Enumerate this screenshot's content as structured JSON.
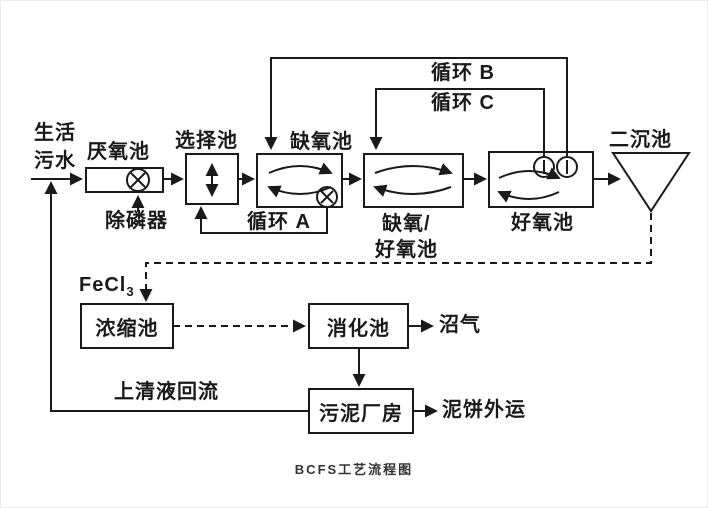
{
  "colors": {
    "ink": "#1a1a1a",
    "background": "#ffffff",
    "frame": "#ececec"
  },
  "caption": "BCFS工艺流程图",
  "influent": {
    "line1": "生活",
    "line2": "污水"
  },
  "labels": {
    "anaerobic": "厌氧池",
    "phosphorus_remover": "除磷器",
    "selector": "选择池",
    "anoxic": "缺氧池",
    "loop_a": "循环 A",
    "loop_b": "循环 B",
    "loop_c": "循环 C",
    "anoxic_aerobic_line1": "缺氧/",
    "anoxic_aerobic_line2": "好氧池",
    "aerobic": "好氧池",
    "clarifier": "二沉池",
    "fecl3_base": "FeCl",
    "fecl3_sub": "3",
    "thickener": "浓缩池",
    "digester": "消化池",
    "biogas": "沼气",
    "supernatant_return": "上清液回流",
    "sludge_building": "污泥厂房",
    "sludge_cake": "泥饼外运"
  }
}
